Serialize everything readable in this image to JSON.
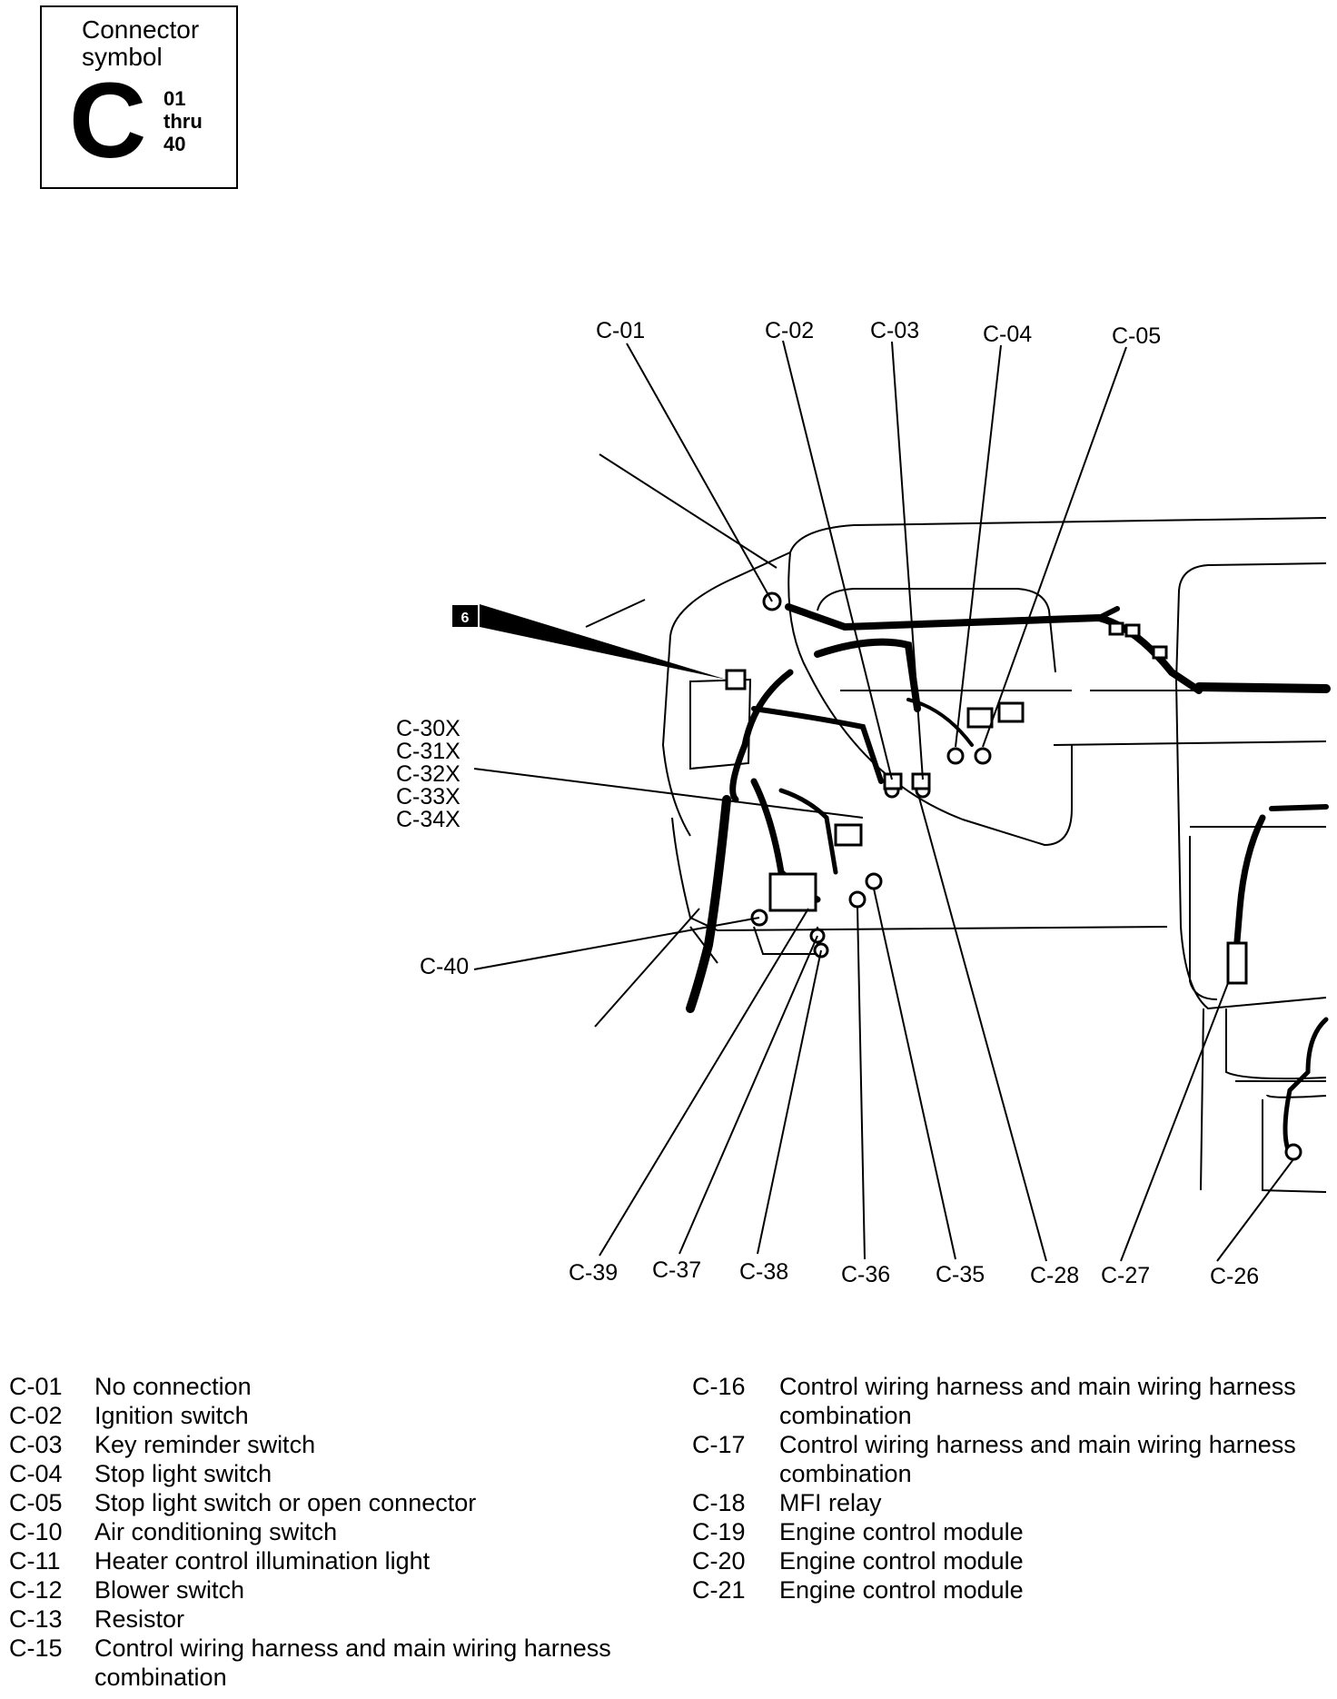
{
  "symbol": {
    "caption_line1": "Connector",
    "caption_line2": "symbol",
    "letter": "C",
    "range_from": "01",
    "range_mid": "thru",
    "range_to": "40"
  },
  "callouts": {
    "c01": "C-01",
    "c02": "C-02",
    "c03": "C-03",
    "c04": "C-04",
    "c05": "C-05",
    "c30x": "C-30X",
    "c31x": "C-31X",
    "c32x": "C-32X",
    "c33x": "C-33X",
    "c34x": "C-34X",
    "c40": "C-40",
    "c39": "C-39",
    "c37": "C-37",
    "c38": "C-38",
    "c36": "C-36",
    "c35": "C-35",
    "c28": "C-28",
    "c27": "C-27",
    "c26": "C-26",
    "badge": "6"
  },
  "legend_left": [
    {
      "code": "C-01",
      "desc": "No connection"
    },
    {
      "code": "C-02",
      "desc": "Ignition switch"
    },
    {
      "code": "C-03",
      "desc": "Key reminder switch"
    },
    {
      "code": "C-04",
      "desc": "Stop light switch"
    },
    {
      "code": "C-05",
      "desc": "Stop light switch or open connector"
    },
    {
      "code": "C-10",
      "desc": "Air conditioning switch"
    },
    {
      "code": "C-11",
      "desc": "Heater control illumination light"
    },
    {
      "code": "C-12",
      "desc": "Blower switch"
    },
    {
      "code": "C-13",
      "desc": "Resistor"
    },
    {
      "code": "C-15",
      "desc": "Control wiring harness and main wiring harness",
      "desc2": "combination"
    }
  ],
  "legend_right": [
    {
      "code": "C-16",
      "desc": "Control wiring harness and main wiring harness",
      "desc2": "combination"
    },
    {
      "code": "C-17",
      "desc": "Control wiring harness and main wiring harness",
      "desc2": "combination"
    },
    {
      "code": "C-18",
      "desc": "MFI relay"
    },
    {
      "code": "C-19",
      "desc": "Engine control module"
    },
    {
      "code": "C-20",
      "desc": "Engine control module"
    },
    {
      "code": "C-21",
      "desc": "Engine control module"
    }
  ]
}
